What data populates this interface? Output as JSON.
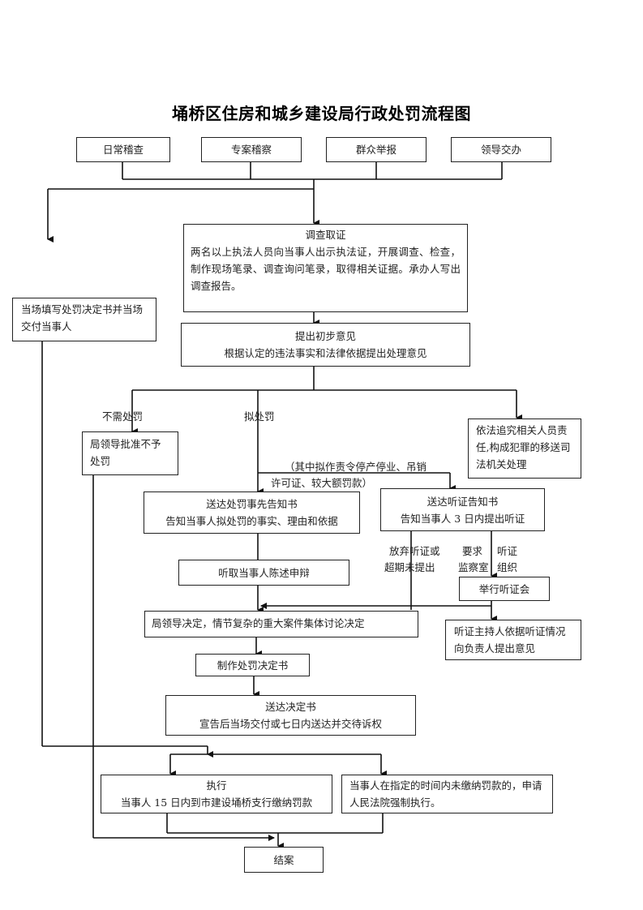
{
  "title": "埇桥区住房和城乡建设局行政处罚流程图",
  "sources": [
    "日常稽查",
    "专案稽察",
    "群众举报",
    "领导交办"
  ],
  "investigation": {
    "title": "调查取证",
    "body": "两名以上执法人员向当事人出示执法证，开展调查、检查，制作现场笔录、调查询问笔录，取得相关证据。承办人写出调查报告。"
  },
  "onsite": {
    "text": "当场填写处罚决定书并当场交付当事人"
  },
  "preliminary": {
    "title": "提出初步意见",
    "body": "根据认定的违法事实和法律依据提出处理意见"
  },
  "branches": {
    "no_penalty_label": "不需处罚",
    "penalty_label": "拟处罚",
    "no_penalty_box": "局领导批准不予处罚",
    "criminal_box": "依法追究相关人员责任,构成犯罪的移送司法机关处理",
    "hearing_condition_line1": "（其中拟作责令停产停业、吊销",
    "hearing_condition_line2": "许可证、较大额罚款）"
  },
  "prior_notice": {
    "title": "送达处罚事先告知书",
    "body": "告知当事人拟处罚的事实、理由和依据"
  },
  "hearing_notice": {
    "title": "送达听证告知书",
    "body": "告知当事人 3 日内提出听证"
  },
  "hearing_labels": {
    "waive_line1": "放弃听证或",
    "waive_line2": "超期未提出",
    "request_line1": "要求",
    "request_line2": "监察室",
    "organize_line1": "听证",
    "organize_line2": "组织"
  },
  "statement": "听取当事人陈述申辩",
  "hold_hearing": "举行听证会",
  "hearing_opinion": "听证主持人依据听证情况向负责人提出意见",
  "decision": "局领导决定，情节复杂的重大案件集体讨论决定",
  "make_decision": "制作处罚决定书",
  "deliver_decision": {
    "title": "送达决定书",
    "body": "宣告后当场交付或七日内送达并交待诉权"
  },
  "execution": {
    "title": "执行",
    "body": "当事人 15 日内到市建设埇桥支行缴纳罚款"
  },
  "enforcement": "当事人在指定的时间内未缴纳罚款的，申请人民法院强制执行。",
  "close": "结案"
}
